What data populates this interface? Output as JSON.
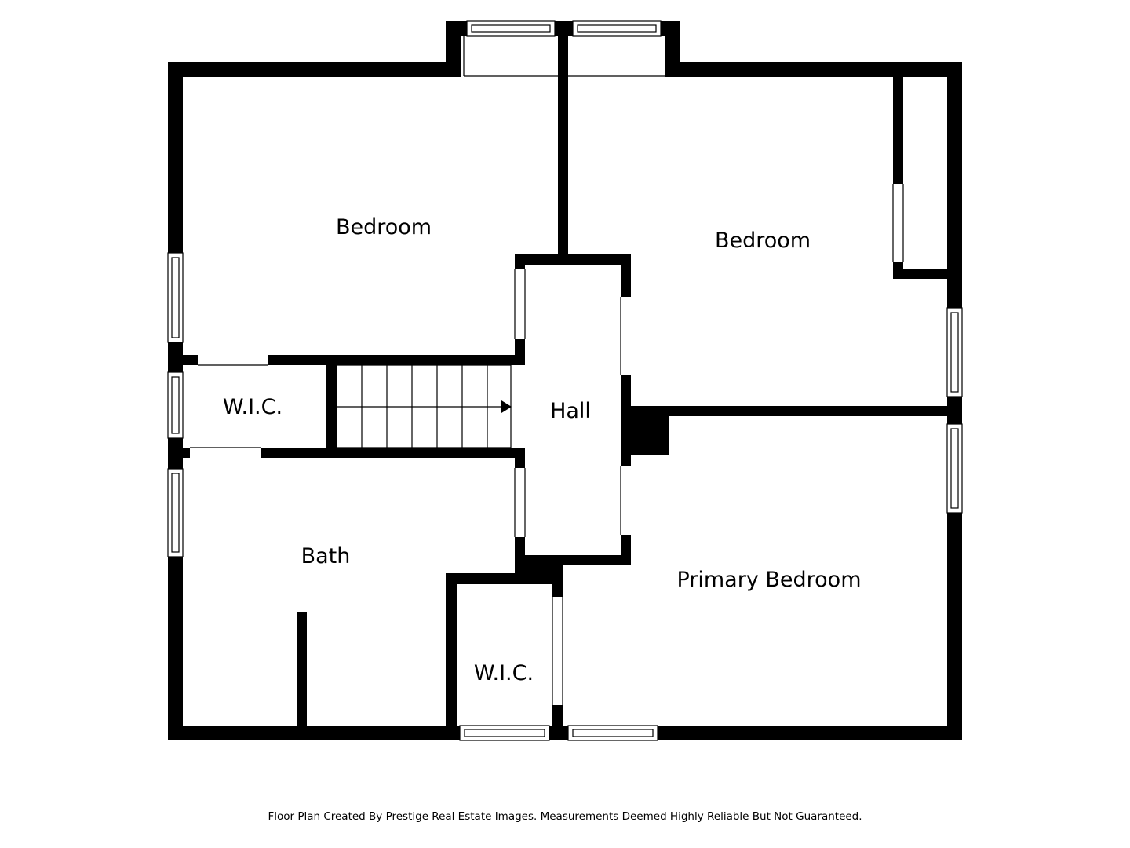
{
  "rooms": {
    "bedroom_nw": "Bedroom",
    "bedroom_ne": "Bedroom",
    "wic_west": "W.I.C.",
    "hall": "Hall",
    "bath": "Bath",
    "wic_south": "W.I.C.",
    "primary_bedroom": "Primary Bedroom"
  },
  "footer": "Floor Plan Created By Prestige Real Estate Images. Measurements Deemed Highly Reliable But Not Guaranteed.",
  "colors": {
    "wall": "#000000",
    "background": "#ffffff"
  }
}
